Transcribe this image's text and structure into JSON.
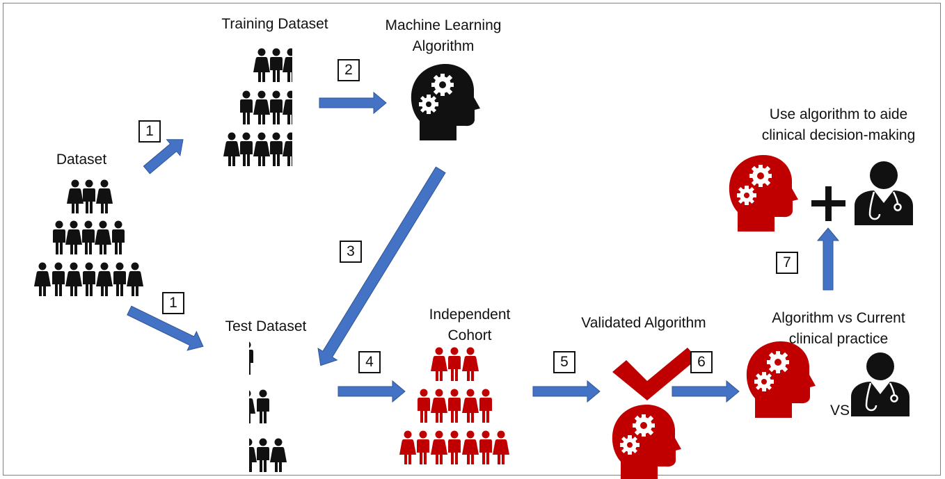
{
  "labels": {
    "dataset": "Dataset",
    "training_dataset": "Training Dataset",
    "ml_algorithm": [
      "Machine Learning",
      "Algorithm"
    ],
    "test_dataset": "Test Dataset",
    "independent_cohort": [
      "Independent",
      "Cohort"
    ],
    "validated_algorithm": "Validated Algorithm",
    "algorithm_vs": [
      "Algorithm vs Current",
      "clinical practice"
    ],
    "use_algorithm": [
      "Use algorithm to aide",
      "clinical decision-making"
    ],
    "vs": "VS"
  },
  "steps": [
    "1",
    "1",
    "2",
    "3",
    "4",
    "5",
    "6",
    "7"
  ],
  "colors": {
    "arrow": "#4472c4",
    "red": "#c00000",
    "black": "#111111"
  },
  "icons": [
    "people-pyramid-icon",
    "brain-gears-head-icon",
    "doctor-icon",
    "check-mark-icon",
    "plus-icon"
  ]
}
